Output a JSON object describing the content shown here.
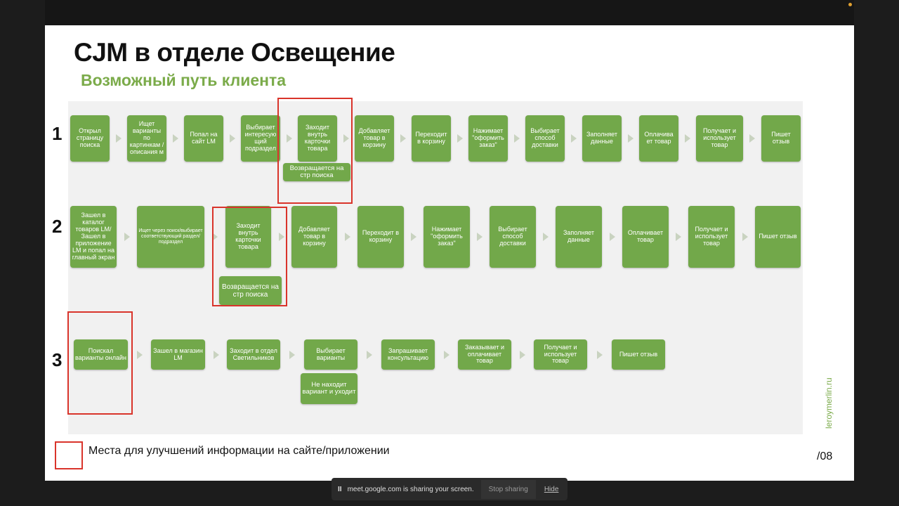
{
  "slide": {
    "title": "CJM в отделе Освещение",
    "subtitle": "Возможный путь клиента",
    "rows": [
      {
        "number": "1",
        "steps": [
          "Открыл страницу поиска",
          "Ищет варианты по картинкам /описания м",
          "Попал на сайт LM",
          "Выбирает интересую щий подраздел",
          "Заходит внутрь карточки товара",
          "Добавляет товар в корзину",
          "Переходит в корзину",
          "Нажимает \"оформить заказ\"",
          "Выбирает способ доставки",
          "Заполняет данные",
          "Оплачива ет товар",
          "Получает и использует товар",
          "Пишет отзыв"
        ],
        "branch": "Возвращается на стр поиска"
      },
      {
        "number": "2",
        "steps": [
          "Зашел в каталог товаров LM/Зашел в приложение LM и попал на главный экран",
          "Ищет через поиск/выбирает соответствующий раздел/подраздел",
          "Заходит внутрь карточки товара",
          "Добавляет товар в корзину",
          "Переходит в корзину",
          "Нажимает \"оформить заказ\"",
          "Выбирает способ доставки",
          "Заполняет данные",
          "Оплачивает товар",
          "Получает и использует товар",
          "Пишет отзыв"
        ],
        "branch": "Возвращается на стр поиска"
      },
      {
        "number": "3",
        "steps": [
          "Поискал варианты онлайн",
          "Зашел в магазин LM",
          "Заходит в отдел Светильников",
          "Выбирает варианты",
          "Запрашивает консультацию",
          "Заказывает и оплачивает товар",
          "Получает и использует товар",
          "Пишет отзыв"
        ],
        "branch": "Не находит вариант и уходит"
      }
    ],
    "legend": "Места для улучшений информации на сайте/приложении",
    "page_number": "/08",
    "brand": "leroymerlin.ru",
    "colors": {
      "step": "#72a84a",
      "highlight": "#d9342b",
      "subtitle": "#7bab4a"
    }
  },
  "screen_share_bar": {
    "message": "meet.google.com is sharing your screen.",
    "stop_label": "Stop sharing",
    "hide_label": "Hide",
    "pause_icon": "pause-icon"
  }
}
